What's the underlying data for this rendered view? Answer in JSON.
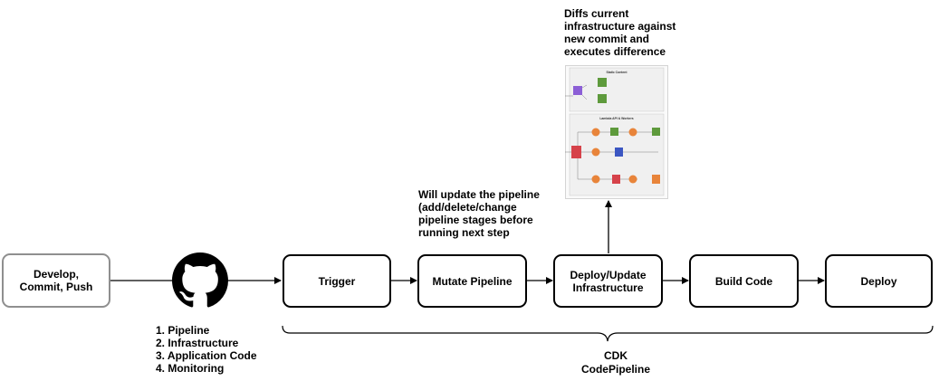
{
  "nodes": {
    "develop": "Develop, Commit, Push",
    "trigger": "Trigger",
    "mutate": "Mutate Pipeline",
    "deploy_update": "Deploy/Update Infrastructure",
    "build": "Build Code",
    "deploy": "Deploy"
  },
  "repo_contents": [
    "1. Pipeline",
    "2. Infrastructure",
    "3. Application Code",
    "4. Monitoring"
  ],
  "mutate_note": [
    "Will update the pipeline",
    "(add/delete/change",
    "pipeline stages before",
    "running next step"
  ],
  "infra_note": [
    "Diffs current",
    "infrastructure against",
    "new commit and",
    "executes difference"
  ],
  "bracket_label": [
    "CDK",
    "CodePipeline"
  ],
  "architecture_thumbnail": {
    "section_static": "Static Content",
    "section_lambda": "Lambda API & Workers"
  },
  "colors": {
    "box_border": "#000000",
    "first_box_border": "#8f8f8f",
    "github_logo": "#000000",
    "lambda_orange": "#e8843a",
    "s3_green": "#5e9a3c",
    "purple": "#8c5fd6",
    "api_red": "#d6424a"
  },
  "icons": [
    "github-icon",
    "architecture-diagram-thumbnail"
  ]
}
